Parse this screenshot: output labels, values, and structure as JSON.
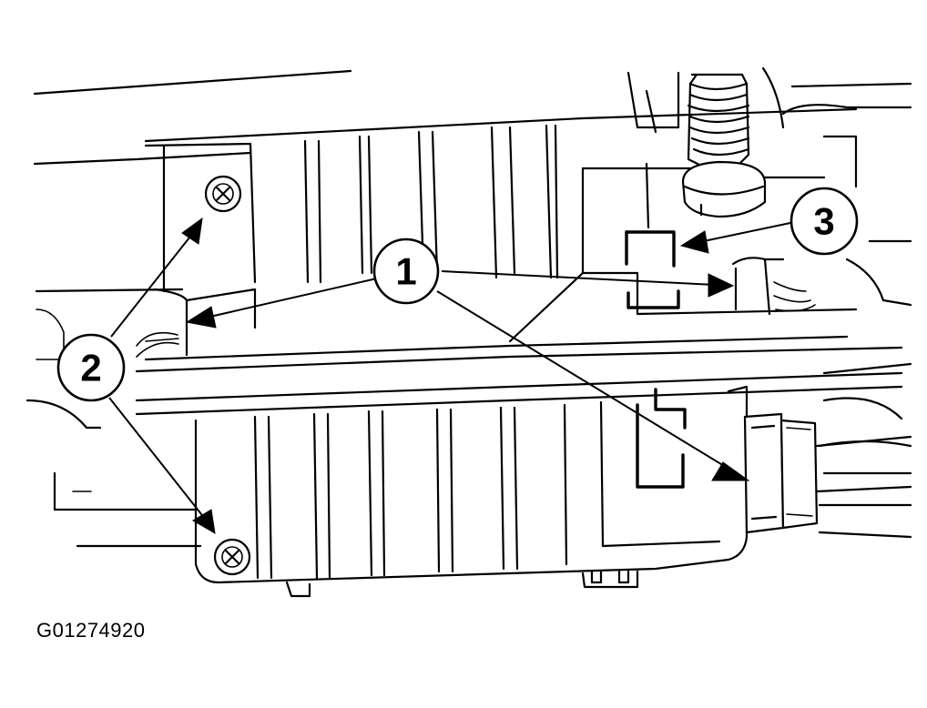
{
  "figure": {
    "id": "G01274920"
  },
  "callouts": [
    {
      "label": "1"
    },
    {
      "label": "2"
    },
    {
      "label": "3"
    }
  ]
}
